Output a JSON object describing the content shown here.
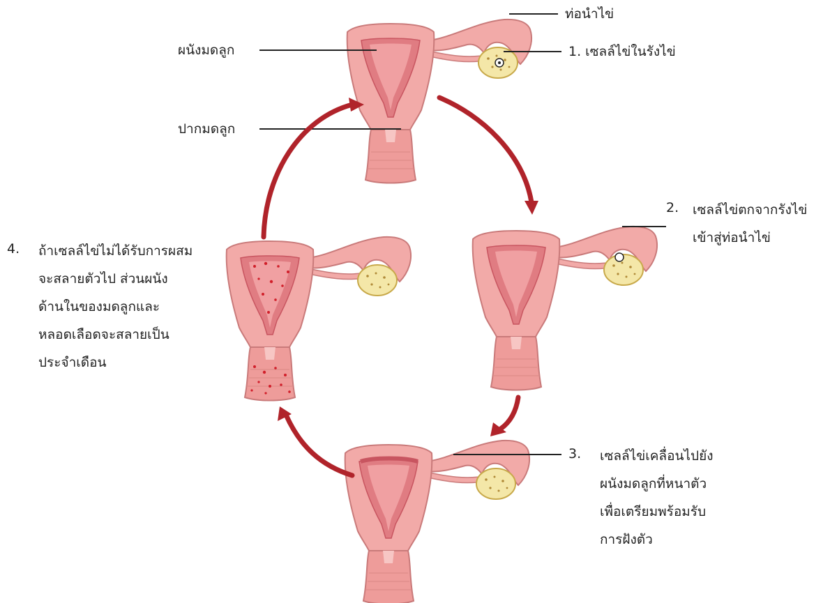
{
  "labels": {
    "tube": "ท่อนำไข่",
    "wall": "ผนังมดลูก",
    "cervix": "ปากมดลูก",
    "step1": "1. เซลล์ไข่ในรังไข่"
  },
  "steps": [
    {
      "num": "2.",
      "lines": [
        "เซลล์ไข่ตกจากรังไข่",
        "เข้าสู่ท่อนำไข่"
      ]
    },
    {
      "num": "3.",
      "lines": [
        "เซลล์ไข่เคลื่อนไปยัง",
        "ผนังมดลูกที่หนาตัว",
        "เพื่อเตรียมพร้อมรับ",
        "การฝังตัว"
      ]
    },
    {
      "num": "4.",
      "lines": [
        "ถ้าเซลล์ไข่ไม่ได้รับการผสม",
        "จะสลายตัวไป ส่วนผนัง",
        "ด้านในของมดลูกและ",
        "หลอดเลือดจะสลายเป็น",
        "ประจำเดือน"
      ]
    }
  ],
  "colors": {
    "arrow": "#b0232a",
    "uterus_fill": "#f2aaa8",
    "uterus_outline": "#c97a7a",
    "lining": "#e07c82",
    "lining_dark": "#c85560",
    "ovary": "#f4e7a8",
    "cervix": "#ee9c9a",
    "blood": "#d11f2a"
  }
}
